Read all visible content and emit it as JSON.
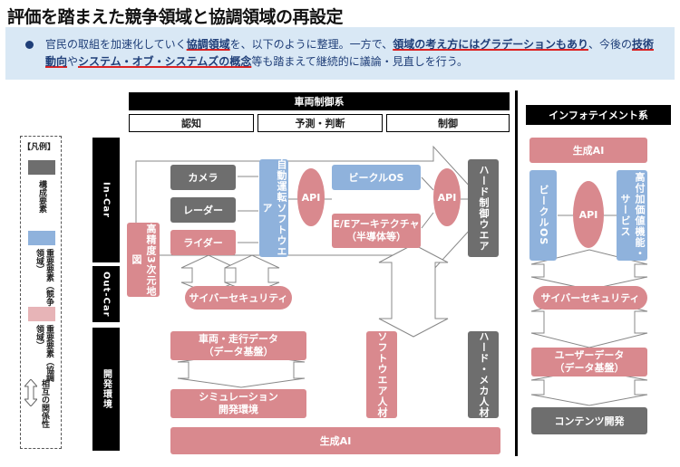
{
  "title": "評価を踏まえた競争領域と協調領域の再設定",
  "banner": {
    "t1": "官民の取組を加速化していく",
    "u1": "協調領域",
    "t2": "を、以下のように整理。一方で、",
    "u2": "領域の考え方にはグラデーションもあり",
    "t3": "、今後の",
    "u3": "技術動向",
    "t4": "や",
    "u4": "システム・オブ・システムズの概念",
    "t5": "等も踏まえて継続的に議論・見直しを行う。"
  },
  "headers": {
    "vehicle_control": "車両制御系",
    "infotainment": "インフォテイメント系",
    "cognition": "認知",
    "prediction": "予測・判断",
    "control": "制御"
  },
  "rows": {
    "in_car": "In-Car",
    "out_car": "Out-Car",
    "dev_env": "開発環境"
  },
  "legend": {
    "title": "【凡例】",
    "component": "構成要素",
    "important_competitive": "重要要素（競争領域）",
    "important_cooperative": "重要要素（協調領域）",
    "relationship": "相互の関係性"
  },
  "boxes": {
    "camera": "カメラ",
    "radar": "レーダー",
    "lidar": "ライダー",
    "hd_map": "高精度3次元地図",
    "ad_software": "自動運転ソフトウエア",
    "api1": "API",
    "vehicle_os": "ビークルOS",
    "ee_architecture_1": "E/Eアーキテクチャ",
    "ee_architecture_2": "（半導体等）",
    "api2": "API",
    "hardware_control": "ハード制御ウエア",
    "cybersecurity": "サイバーセキュリティ",
    "vehicle_data_1": "車両・走行データ",
    "vehicle_data_2": "（データ基盤）",
    "simulation_1": "シミュレーション",
    "simulation_2": "開発環境",
    "software_talent": "ソフトウエア人材",
    "hardware_talent": "ハード・メカ人材",
    "gen_ai_bottom": "生成AI",
    "gen_ai_right": "生成AI",
    "vehicle_os_right": "ビークルOS",
    "api_right": "API",
    "high_value_services": "高付加価値機能・サービス",
    "cybersecurity_right": "サイバーセキュリティ",
    "user_data_1": "ユーザーデータ",
    "user_data_2": "（データ基盤）",
    "content_dev": "コンテンツ開発"
  },
  "colors": {
    "gray": "#6e6e6e",
    "competitive_blue": "#8fb2dc",
    "cooperative_pink": "#d9898e",
    "banner_bg": "#d9e8f5",
    "banner_text": "#1f3e78",
    "underline_red": "#dd2222"
  }
}
